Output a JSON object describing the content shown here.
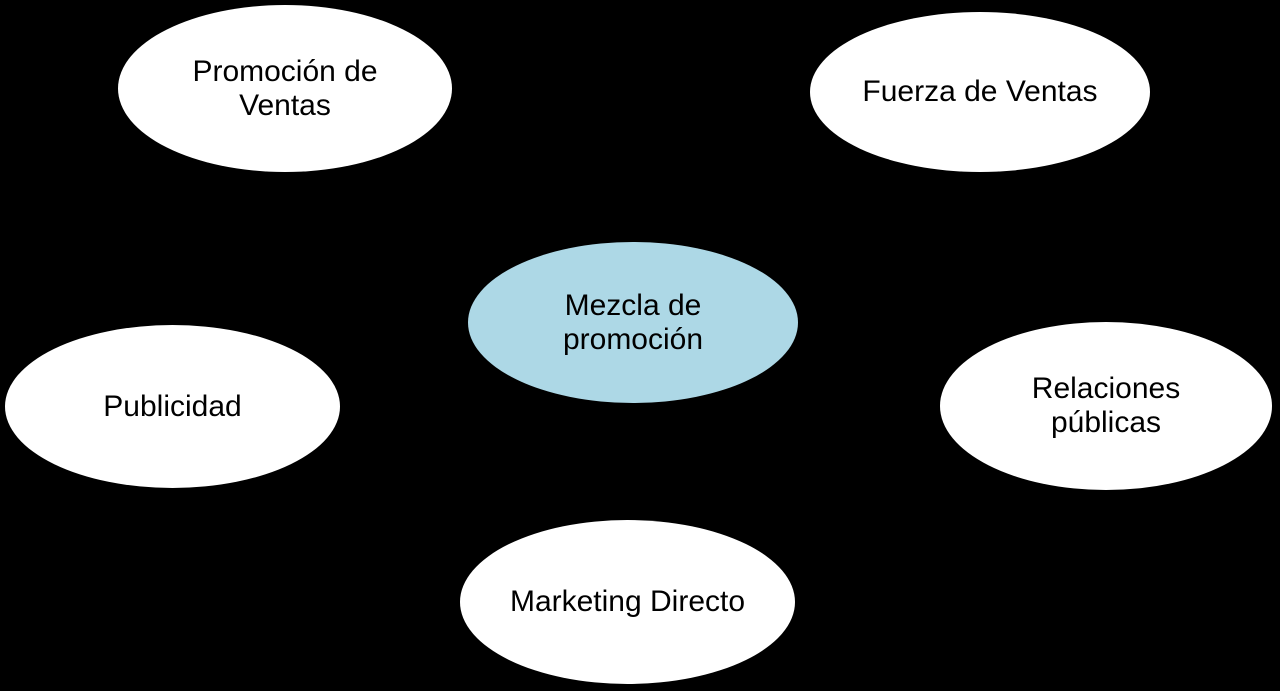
{
  "diagram": {
    "type": "hub-and-spoke",
    "background_color": "#000000",
    "center": {
      "id": "mezcla-promocion",
      "label": "Mezcla de\npromoción",
      "fill_color": "#ADD8E6",
      "text_color": "#000000"
    },
    "satellites": [
      {
        "id": "promocion-ventas",
        "label": "Promoción de\nVentas",
        "fill_color": "#FFFFFF",
        "text_color": "#000000",
        "position": "top-left"
      },
      {
        "id": "fuerza-ventas",
        "label": "Fuerza de Ventas",
        "fill_color": "#FFFFFF",
        "text_color": "#000000",
        "position": "top-right"
      },
      {
        "id": "publicidad",
        "label": "Publicidad",
        "fill_color": "#FFFFFF",
        "text_color": "#000000",
        "position": "middle-left"
      },
      {
        "id": "relaciones-publicas",
        "label": "Relaciones\npúblicas",
        "fill_color": "#FFFFFF",
        "text_color": "#000000",
        "position": "middle-right"
      },
      {
        "id": "marketing-directo",
        "label": "Marketing Directo",
        "fill_color": "#FFFFFF",
        "text_color": "#000000",
        "position": "bottom-center"
      }
    ]
  }
}
